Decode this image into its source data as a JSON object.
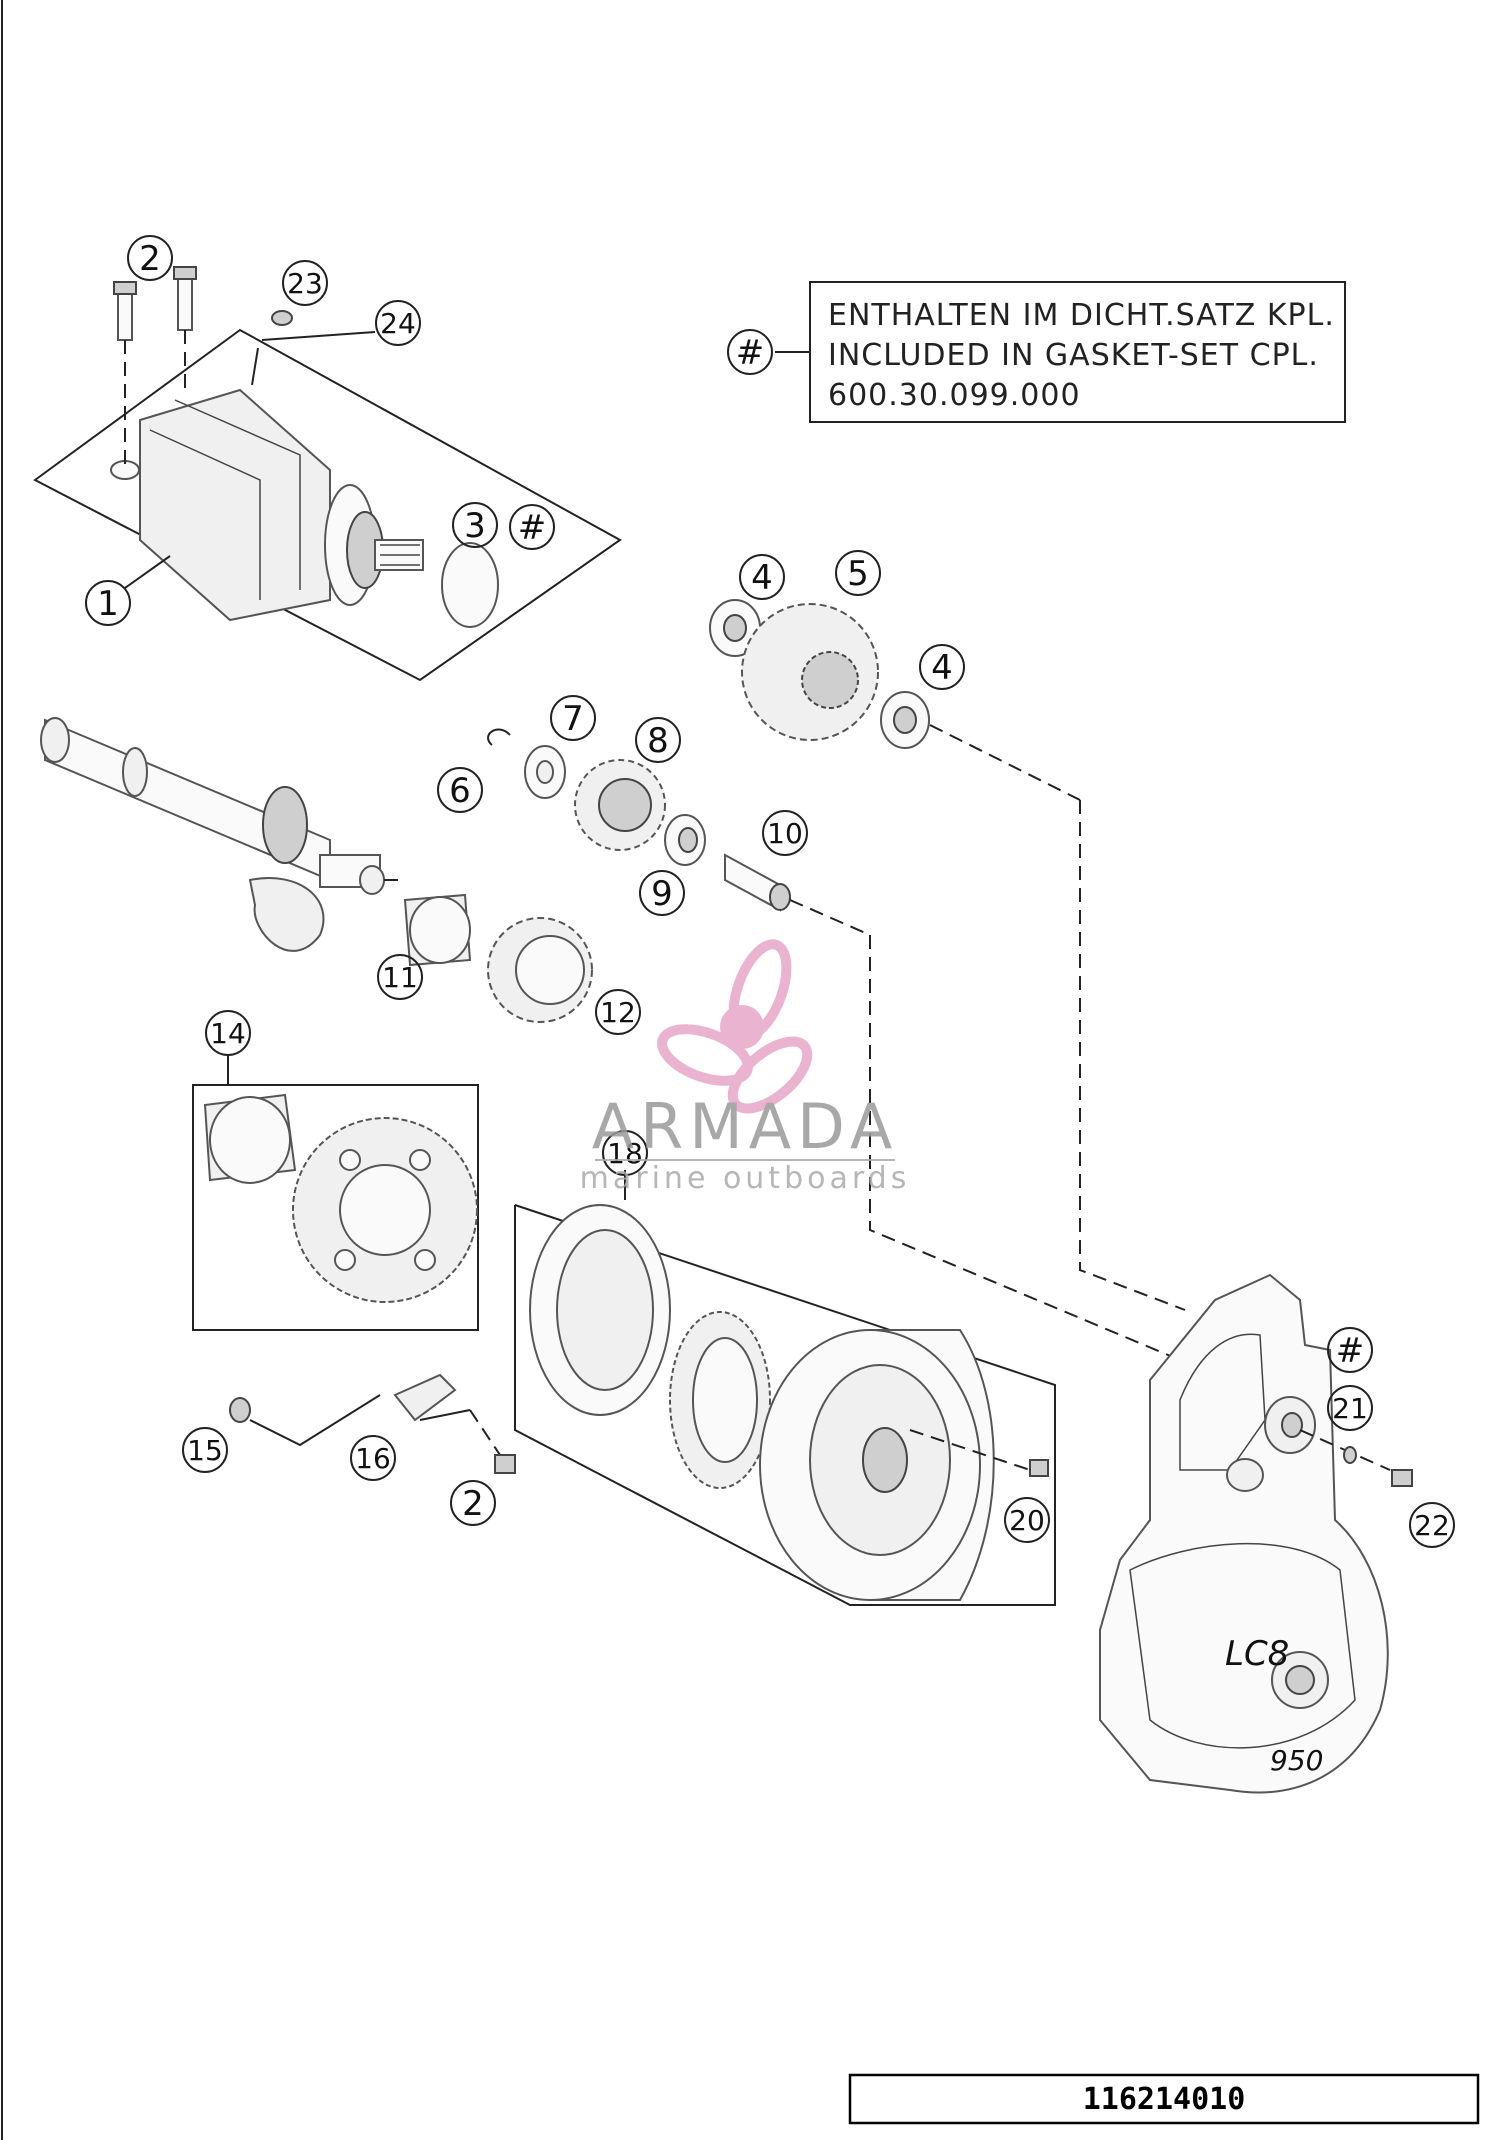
{
  "callouts": {
    "c1": "1",
    "c2a": "2",
    "c2b": "2",
    "c3": "3",
    "c4a": "4",
    "c4b": "4",
    "c5": "5",
    "c6": "6",
    "c7": "7",
    "c8": "8",
    "c9": "9",
    "c10": "10",
    "c11": "11",
    "c12": "12",
    "c14": "14",
    "c15": "15",
    "c16": "16",
    "c18": "18",
    "c20": "20",
    "c21": "21",
    "c22": "22",
    "c23": "23",
    "c24": "24",
    "hash_a": "#",
    "hash_b": "#",
    "hash_c": "#"
  },
  "note": {
    "line1": "ENTHALTEN IM DICHT.SATZ KPL.",
    "line2": "INCLUDED IN GASKET-SET CPL.",
    "line3": "600.30.099.000"
  },
  "watermark": {
    "title": "ARMADA",
    "subtitle": "marine outboards",
    "color": "#e7a6c8"
  },
  "cover_marks": {
    "brand": "LC8",
    "model": "950"
  },
  "reference_number": "116214010"
}
